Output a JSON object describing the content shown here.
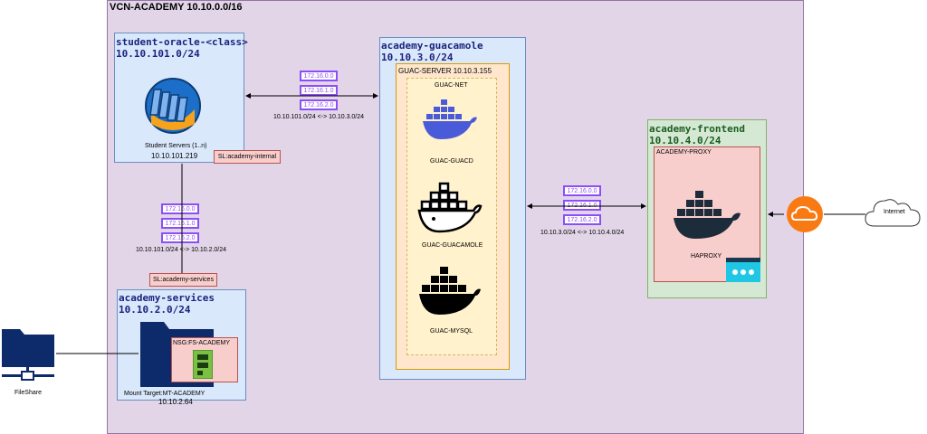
{
  "vcn": {
    "title": "VCN-ACADEMY 10.10.0.0/16"
  },
  "subnets": {
    "oracle": {
      "name": "student-oracle-<class>",
      "cidr": "10.10.101.0/24",
      "node_label": "Student Servers (1..n)",
      "node_ip": "10.10.101.219",
      "security_list": "SL:academy-internal"
    },
    "guacamole": {
      "name": "academy-guacamole",
      "cidr": "10.10.3.0/24",
      "server_label": "GUAC-SERVER",
      "server_ip": "10.10.3.155",
      "net_label": "GUAC-NET",
      "containers": [
        "GUAC-GUACD",
        "GUAC-GUACAMOLE",
        "GUAC-MYSQL"
      ]
    },
    "frontend": {
      "name": "academy-frontend",
      "cidr": "10.10.4.0/24",
      "proxy_label": "ACADEMY-PROXY",
      "haproxy_label": "HAPROXY"
    },
    "services": {
      "name": "academy-services",
      "cidr": "10.10.2.0/24",
      "security_list": "SL:academy-services",
      "nsg": "NSG:FS-ACADEMY",
      "mount_label": "Mount Target:MT-ACADEMY",
      "mount_ip": "10.10.2.64"
    }
  },
  "routes": {
    "oracle_guac": {
      "cidrs": [
        "172.16.0.0",
        "172.16.1.0",
        "172.16.2.0"
      ],
      "label": "10.10.101.0/24 <-> 10.10.3.0/24"
    },
    "oracle_services": {
      "cidrs": [
        "172.16.0.0",
        "172.16.1.0",
        "172.16.2.0"
      ],
      "label": "10.10.101.0/24 <-> 10.10.2.0/24"
    },
    "guac_frontend": {
      "cidrs": [
        "172.16.0.0",
        "172.16.1.0",
        "172.16.2.0"
      ],
      "label": "10.10.3.0/24 <-> 10.10.4.0/24"
    }
  },
  "external": {
    "fileshare": "FileShare",
    "internet": "Internet"
  },
  "colors": {
    "vcn_fill": "#e1d5e7",
    "subnet_fill": "#dae8fc",
    "frontend_fill": "#d5e8d4",
    "route_border": "#8c4ff7",
    "docker_blue": "#4a5bd9",
    "cloud_orange": "#f97a12"
  }
}
